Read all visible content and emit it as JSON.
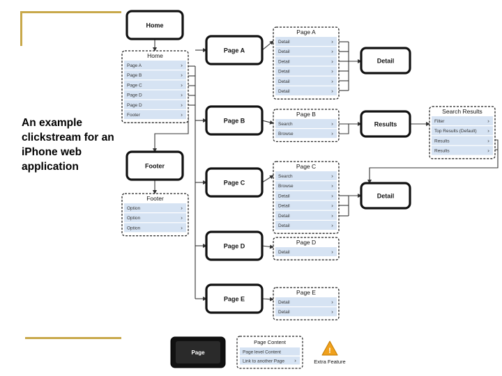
{
  "caption": "An example clickstream for an iPhone web application",
  "pages": [
    {
      "id": "home",
      "label": "Home"
    },
    {
      "id": "page-a",
      "label": "Page A"
    },
    {
      "id": "page-b",
      "label": "Page B"
    },
    {
      "id": "page-c",
      "label": "Page C"
    },
    {
      "id": "page-d",
      "label": "Page D"
    },
    {
      "id": "page-e",
      "label": "Page E"
    },
    {
      "id": "footer",
      "label": "Footer"
    },
    {
      "id": "detail-a",
      "label": "Detail"
    },
    {
      "id": "results",
      "label": "Results"
    },
    {
      "id": "detail-c",
      "label": "Detail"
    }
  ],
  "contents": [
    {
      "id": "home",
      "title": "Home",
      "rows": [
        "Page A",
        "Page B",
        "Page C",
        "Page D",
        "Page D",
        "Footer"
      ]
    },
    {
      "id": "footer",
      "title": "Footer",
      "rows": [
        "Option",
        "Option",
        "Option"
      ]
    },
    {
      "id": "page-a",
      "title": "Page A",
      "rows": [
        "Detail",
        "Detail",
        "Detail",
        "Detail",
        "Detail",
        "Detail"
      ]
    },
    {
      "id": "page-b",
      "title": "Page B",
      "rows": [
        "Search",
        "Browse"
      ]
    },
    {
      "id": "page-c",
      "title": "Page C",
      "rows": [
        "Search",
        "Browse",
        "Detail",
        "Detail",
        "Detail",
        "Detail"
      ]
    },
    {
      "id": "page-d",
      "title": "Page D",
      "rows": [
        "Detail"
      ]
    },
    {
      "id": "page-e",
      "title": "Page E",
      "rows": [
        "Detail",
        "Detail"
      ]
    },
    {
      "id": "search-results",
      "title": "Search Results",
      "rows": [
        "Filter",
        "Top Results (Default)",
        "Results",
        "Results"
      ]
    }
  ],
  "legend": {
    "page_label": "Page",
    "content_title": "Page Content",
    "content_rows": [
      "Page level Content",
      "Link to another Page"
    ],
    "extra_feature_label": "Extra Feature"
  },
  "colors": {
    "accent_rule": "#c8a84a",
    "row_fill": "#d6e3f3",
    "box_stroke": "#111111",
    "warning": "#f0a11c"
  }
}
